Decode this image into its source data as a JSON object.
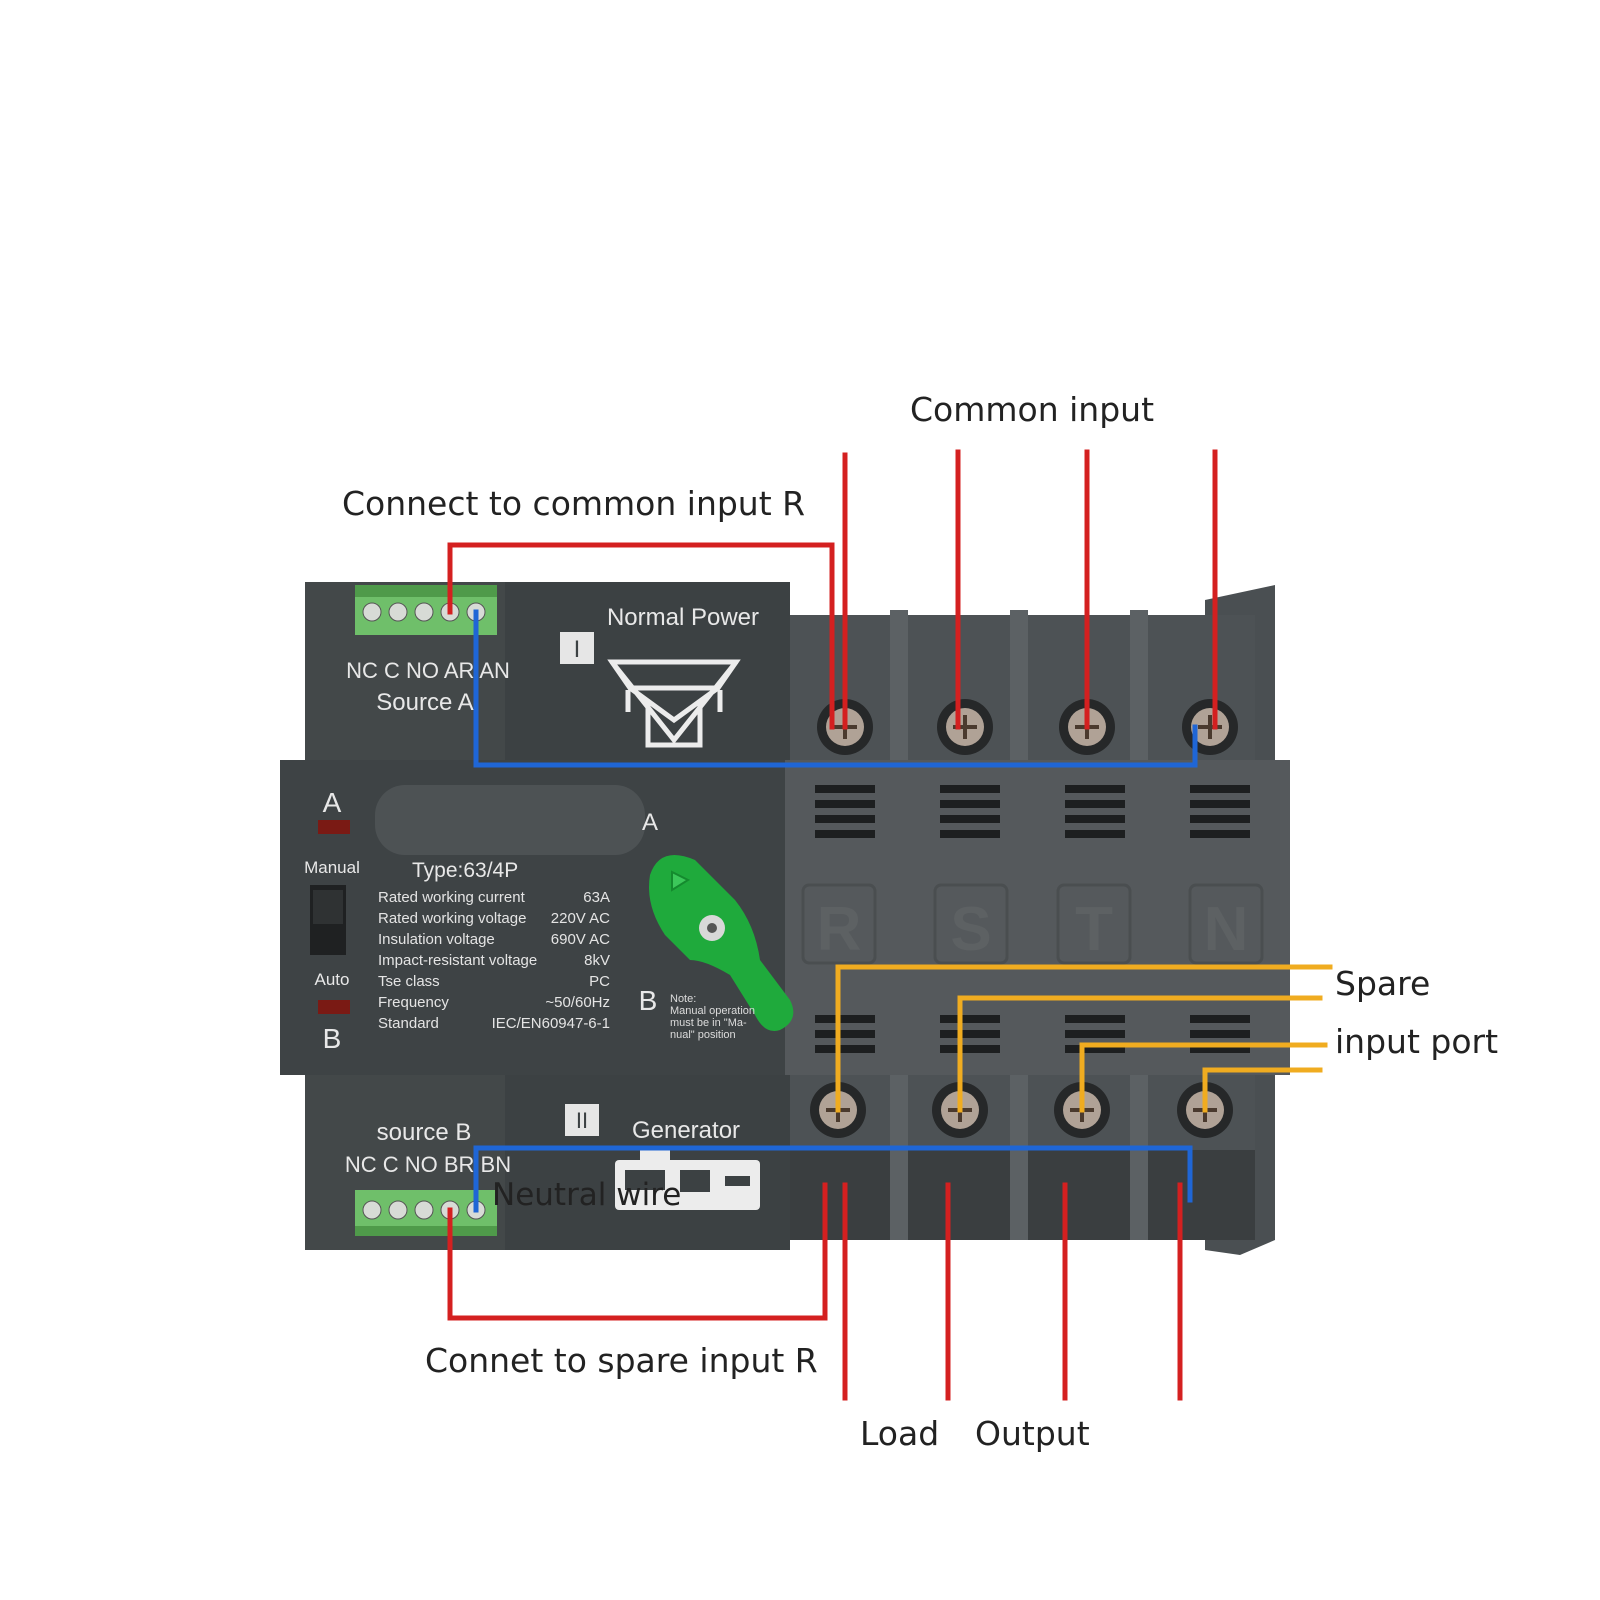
{
  "annotations": {
    "common_input": "Common input",
    "connect_common_r": "Connect to common input R",
    "spare_line1": "Spare",
    "spare_line2": "input port",
    "neutral_wire": "Neutral wire",
    "connect_spare_r": "Connet to spare input R",
    "load": "Load",
    "output": "Output"
  },
  "device": {
    "top_terminal_labels": "NC C NO AR AN",
    "source_a": "Source A",
    "normal_power": "Normal Power",
    "roman_one": "I",
    "indicator_a": "A",
    "indicator_b": "B",
    "manual": "Manual",
    "auto": "Auto",
    "type": "Type:63/4P",
    "handle_top_label": "A",
    "handle_bottom_label": "B",
    "note": [
      "Note:",
      "Manual operation",
      "must be in \"Ma-",
      "nual\" position"
    ],
    "specs": [
      {
        "name": "Rated working current",
        "value": "63A"
      },
      {
        "name": "Rated working voltage",
        "value": "220V AC"
      },
      {
        "name": "Insulation voltage",
        "value": "690V AC"
      },
      {
        "name": "Impact-resistant voltage",
        "value": "8kV"
      },
      {
        "name": "Tse class",
        "value": "PC"
      },
      {
        "name": "Frequency",
        "value": "~50/60Hz"
      },
      {
        "name": "Standard",
        "value": "IEC/EN60947-6-1"
      }
    ],
    "source_b": "source B",
    "bottom_terminal_labels": "NC C NO BR BN",
    "roman_two": "II",
    "generator": "Generator",
    "phases": [
      "R",
      "S",
      "T",
      "N"
    ]
  },
  "colors": {
    "live_wire": "#d42020",
    "neutral_wire": "#1f66d6",
    "spare_wire": "#f0ac20",
    "body": "#3f4446",
    "terminal_block": "#6fbf6a",
    "handle": "#1faa3c"
  }
}
